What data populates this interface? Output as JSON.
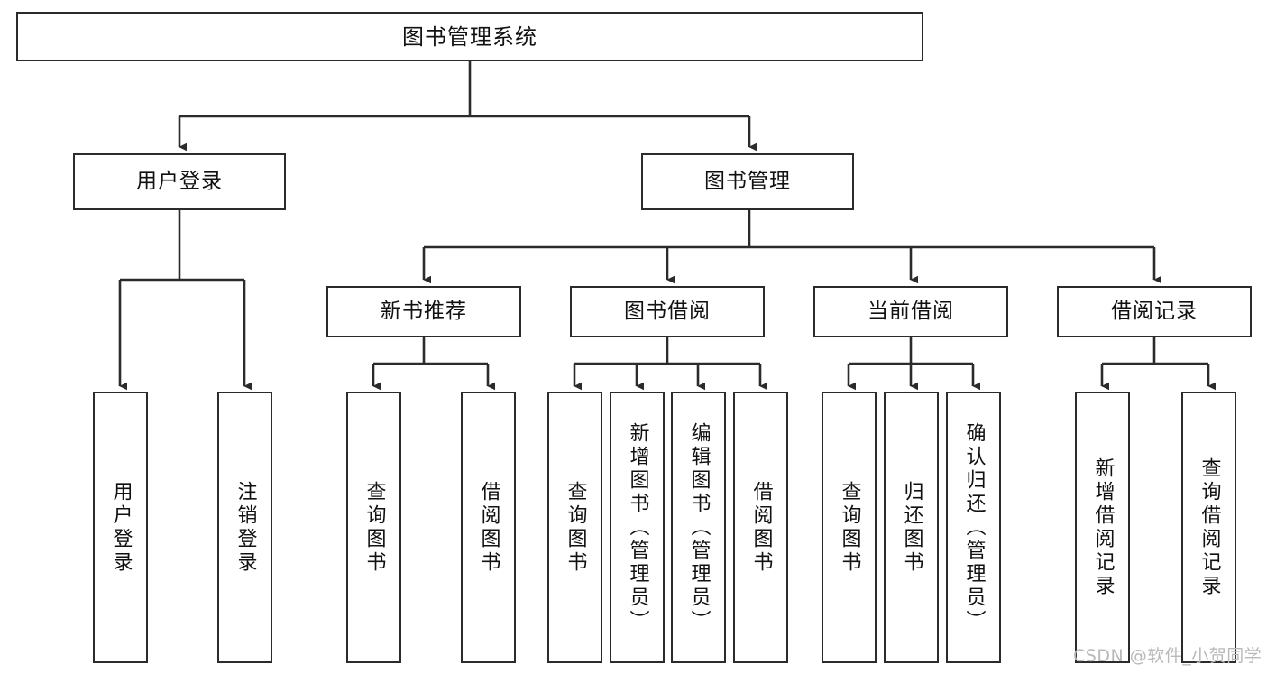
{
  "diagram": {
    "type": "tree",
    "title": "图书管理系统",
    "root": {
      "label": "图书管理系统"
    },
    "level2": [
      {
        "label": "用户登录"
      },
      {
        "label": "图书管理"
      }
    ],
    "level3": [
      {
        "label": "新书推荐"
      },
      {
        "label": "图书借阅"
      },
      {
        "label": "当前借阅"
      },
      {
        "label": "借阅记录"
      }
    ],
    "leaves": {
      "user_login": [
        {
          "label": "用户登录"
        },
        {
          "label": "注销登录"
        }
      ],
      "new_book_recommend": [
        {
          "label": "查询图书"
        },
        {
          "label": "借阅图书"
        }
      ],
      "book_borrow": [
        {
          "label": "查询图书"
        },
        {
          "label": "新增图书（管理员）"
        },
        {
          "label": "编辑图书（管理员）"
        },
        {
          "label": "借阅图书"
        }
      ],
      "current_borrow": [
        {
          "label": "查询图书"
        },
        {
          "label": "归还图书"
        },
        {
          "label": "确认归还（管理员）"
        }
      ],
      "borrow_record": [
        {
          "label": "新增借阅记录"
        },
        {
          "label": "查询借阅记录"
        }
      ]
    }
  },
  "watermark": {
    "text": "CSDN @软件_小贺同学"
  },
  "colors": {
    "border": "#2b2b2b",
    "text": "#111111",
    "background": "#ffffff",
    "watermark": "#b9b9b9"
  }
}
